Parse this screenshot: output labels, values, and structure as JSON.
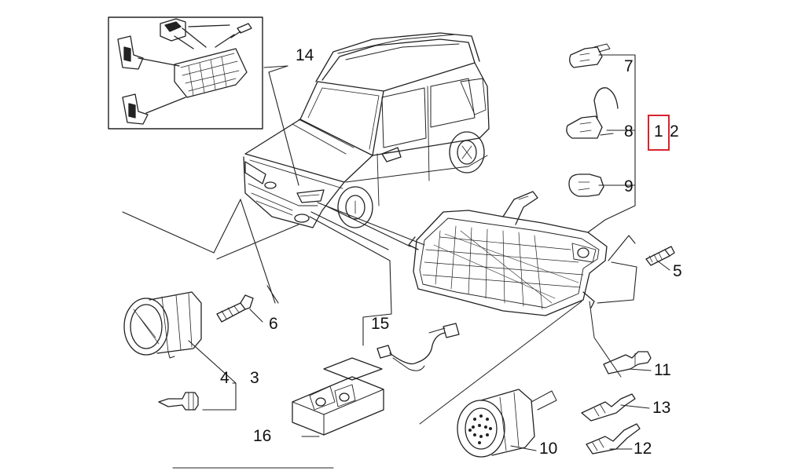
{
  "callouts": {
    "c1": "1",
    "c2": "2",
    "c3": "3",
    "c4": "4",
    "c5": "5",
    "c6": "6",
    "c7": "7",
    "c8": "8",
    "c9": "9",
    "c10": "10",
    "c11": "11",
    "c12": "12",
    "c13": "13",
    "c14": "14",
    "c15": "15",
    "c16": "16"
  },
  "highlight": {
    "color": "#d9232e",
    "target": "1"
  }
}
